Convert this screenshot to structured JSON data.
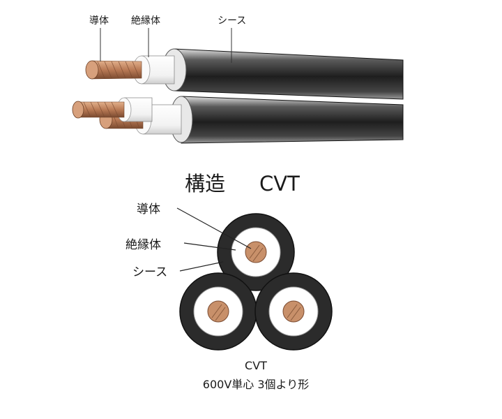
{
  "top_view": {
    "labels": {
      "conductor": "導体",
      "insulation": "絶縁体",
      "sheath": "シース"
    }
  },
  "title": {
    "main": "構造",
    "type": "CVT"
  },
  "cross_section": {
    "labels": {
      "conductor": "導体",
      "insulation": "絶縁体",
      "sheath": "シース"
    }
  },
  "caption": {
    "line1": "CVT",
    "line2": "600V単心 3個より形"
  },
  "colors": {
    "sheath_dark": "#2a2a2a",
    "sheath_light": "#bdbdbd",
    "insulation": "#ffffff",
    "copper": "#c8906a",
    "copper_dark": "#8a5a3c"
  }
}
